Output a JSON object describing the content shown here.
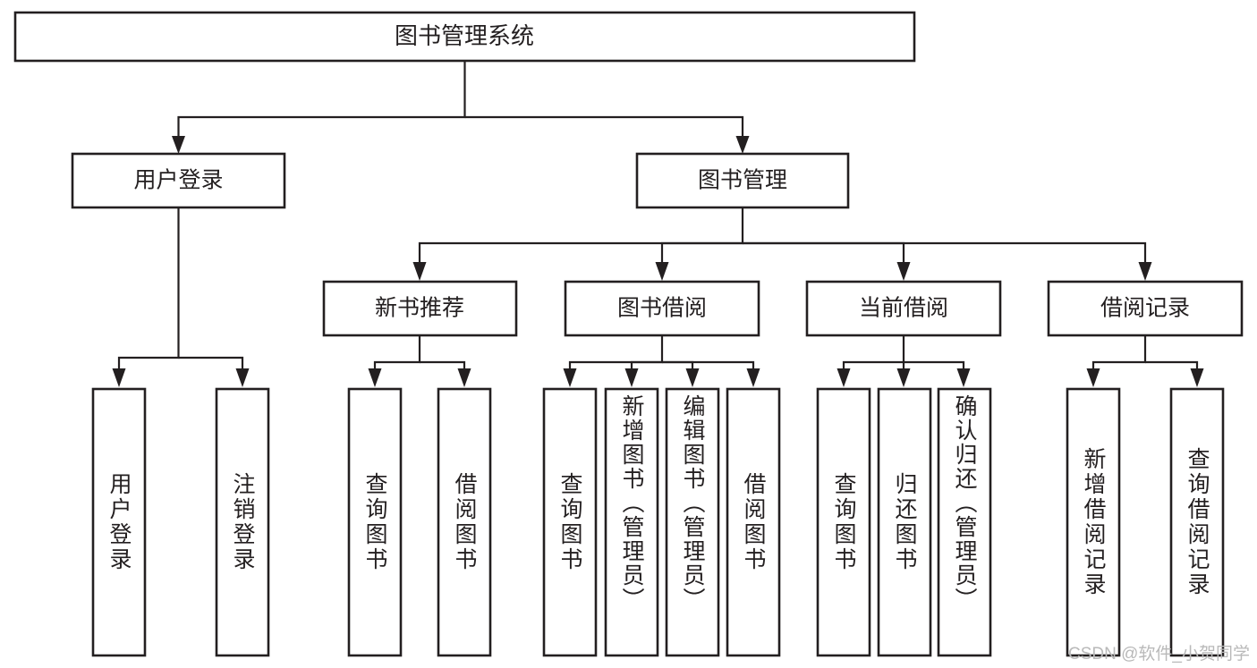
{
  "diagram": {
    "type": "tree",
    "title": "图书管理系统",
    "watermark": "CSDN @软件_小贺同学",
    "colors": {
      "stroke": "#231f20",
      "fill": "#ffffff",
      "background": "#ffffff",
      "watermark": "#b9b9b9"
    },
    "levels": {
      "root": "图书管理系统",
      "level2": [
        "用户登录",
        "图书管理"
      ],
      "level3": [
        "新书推荐",
        "图书借阅",
        "当前借阅",
        "借阅记录"
      ]
    },
    "nodes": {
      "root": {
        "label": "图书管理系统"
      },
      "user_login": {
        "label": "用户登录"
      },
      "book_manage": {
        "label": "图书管理"
      },
      "new_book_rec": {
        "label": "新书推荐"
      },
      "book_borrow": {
        "label": "图书借阅"
      },
      "current_borrow": {
        "label": "当前借阅"
      },
      "borrow_record": {
        "label": "借阅记录"
      },
      "leaf_user_login": {
        "label": "用户登录"
      },
      "leaf_logout": {
        "label": "注销登录"
      },
      "leaf_query_book_1": {
        "label": "查询图书"
      },
      "leaf_borrow_book_1": {
        "label": "借阅图书"
      },
      "leaf_query_book_2": {
        "label": "查询图书"
      },
      "leaf_add_book": {
        "label": "新增图书（管理员）"
      },
      "leaf_edit_book": {
        "label": "编辑图书（管理员）"
      },
      "leaf_borrow_book_2": {
        "label": "借阅图书"
      },
      "leaf_query_book_3": {
        "label": "查询图书"
      },
      "leaf_return_book": {
        "label": "归还图书"
      },
      "leaf_confirm_return": {
        "label": "确认归还（管理员）"
      },
      "leaf_add_record": {
        "label": "新增借阅记录"
      },
      "leaf_query_record": {
        "label": "查询借阅记录"
      }
    },
    "groups": [
      {
        "parent": "用户登录",
        "children": [
          "用户登录",
          "注销登录"
        ]
      },
      {
        "parent": "新书推荐",
        "children": [
          "查询图书",
          "借阅图书"
        ]
      },
      {
        "parent": "图书借阅",
        "children": [
          "查询图书",
          "新增图书（管理员）",
          "编辑图书（管理员）",
          "借阅图书"
        ]
      },
      {
        "parent": "当前借阅",
        "children": [
          "查询图书",
          "归还图书",
          "确认归还（管理员）"
        ]
      },
      {
        "parent": "借阅记录",
        "children": [
          "新增借阅记录",
          "查询借阅记录"
        ]
      }
    ]
  }
}
